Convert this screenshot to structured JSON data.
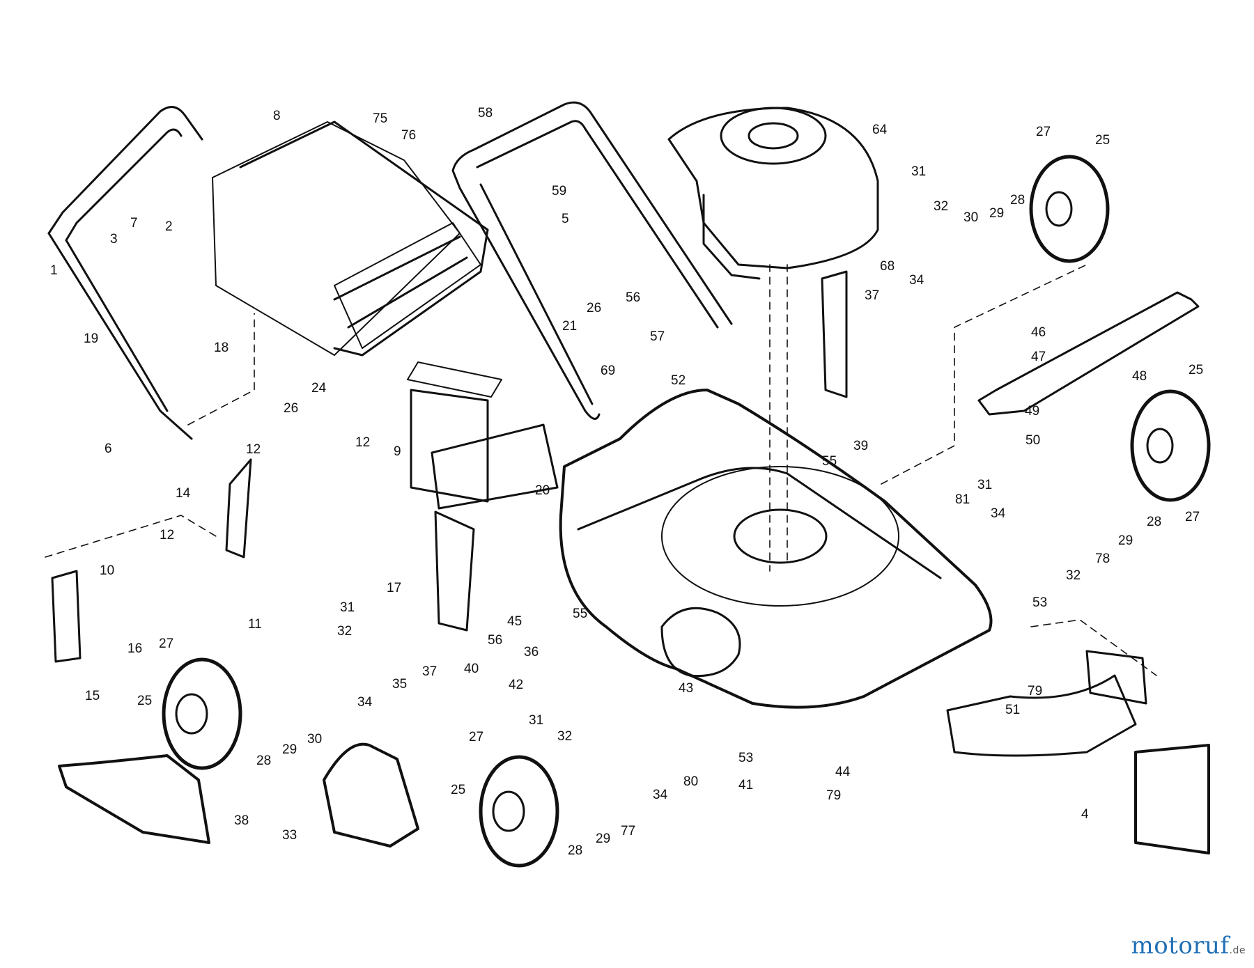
{
  "brand": {
    "name": "motoruf",
    "tld": ".de"
  },
  "callouts": [
    {
      "id": "c1",
      "t": "1"
    },
    {
      "id": "c2",
      "t": "2"
    },
    {
      "id": "c3",
      "t": "3"
    },
    {
      "id": "c4",
      "t": "4"
    },
    {
      "id": "c5",
      "t": "5"
    },
    {
      "id": "c6",
      "t": "6"
    },
    {
      "id": "c7",
      "t": "7"
    },
    {
      "id": "c8",
      "t": "8"
    },
    {
      "id": "c9",
      "t": "9"
    },
    {
      "id": "c10",
      "t": "10"
    },
    {
      "id": "c11",
      "t": "11"
    },
    {
      "id": "c12a",
      "t": "12"
    },
    {
      "id": "c12b",
      "t": "12"
    },
    {
      "id": "c12c",
      "t": "12"
    },
    {
      "id": "c14",
      "t": "14"
    },
    {
      "id": "c15",
      "t": "15"
    },
    {
      "id": "c16",
      "t": "16"
    },
    {
      "id": "c17",
      "t": "17"
    },
    {
      "id": "c18",
      "t": "18"
    },
    {
      "id": "c19",
      "t": "19"
    },
    {
      "id": "c20",
      "t": "20"
    },
    {
      "id": "c21",
      "t": "21"
    },
    {
      "id": "c24",
      "t": "24"
    },
    {
      "id": "c25a",
      "t": "25"
    },
    {
      "id": "c25b",
      "t": "25"
    },
    {
      "id": "c25c",
      "t": "25"
    },
    {
      "id": "c25d",
      "t": "25"
    },
    {
      "id": "c26a",
      "t": "26"
    },
    {
      "id": "c26b",
      "t": "26"
    },
    {
      "id": "c27a",
      "t": "27"
    },
    {
      "id": "c27b",
      "t": "27"
    },
    {
      "id": "c27c",
      "t": "27"
    },
    {
      "id": "c27d",
      "t": "27"
    },
    {
      "id": "c28a",
      "t": "28"
    },
    {
      "id": "c28b",
      "t": "28"
    },
    {
      "id": "c28c",
      "t": "28"
    },
    {
      "id": "c28d",
      "t": "28"
    },
    {
      "id": "c29a",
      "t": "29"
    },
    {
      "id": "c29b",
      "t": "29"
    },
    {
      "id": "c29c",
      "t": "29"
    },
    {
      "id": "c29d",
      "t": "29"
    },
    {
      "id": "c30a",
      "t": "30"
    },
    {
      "id": "c30b",
      "t": "30"
    },
    {
      "id": "c31a",
      "t": "31"
    },
    {
      "id": "c31b",
      "t": "31"
    },
    {
      "id": "c31c",
      "t": "31"
    },
    {
      "id": "c31d",
      "t": "31"
    },
    {
      "id": "c32a",
      "t": "32"
    },
    {
      "id": "c32b",
      "t": "32"
    },
    {
      "id": "c32c",
      "t": "32"
    },
    {
      "id": "c32d",
      "t": "32"
    },
    {
      "id": "c33",
      "t": "33"
    },
    {
      "id": "c34a",
      "t": "34"
    },
    {
      "id": "c34b",
      "t": "34"
    },
    {
      "id": "c34c",
      "t": "34"
    },
    {
      "id": "c34d",
      "t": "34"
    },
    {
      "id": "c35",
      "t": "35"
    },
    {
      "id": "c36",
      "t": "36"
    },
    {
      "id": "c37a",
      "t": "37"
    },
    {
      "id": "c37b",
      "t": "37"
    },
    {
      "id": "c38",
      "t": "38"
    },
    {
      "id": "c39",
      "t": "39"
    },
    {
      "id": "c40",
      "t": "40"
    },
    {
      "id": "c41",
      "t": "41"
    },
    {
      "id": "c42",
      "t": "42"
    },
    {
      "id": "c43",
      "t": "43"
    },
    {
      "id": "c44",
      "t": "44"
    },
    {
      "id": "c45",
      "t": "45"
    },
    {
      "id": "c46",
      "t": "46"
    },
    {
      "id": "c47",
      "t": "47"
    },
    {
      "id": "c48",
      "t": "48"
    },
    {
      "id": "c49",
      "t": "49"
    },
    {
      "id": "c50",
      "t": "50"
    },
    {
      "id": "c51",
      "t": "51"
    },
    {
      "id": "c52",
      "t": "52"
    },
    {
      "id": "c53a",
      "t": "53"
    },
    {
      "id": "c53b",
      "t": "53"
    },
    {
      "id": "c55a",
      "t": "55"
    },
    {
      "id": "c55b",
      "t": "55"
    },
    {
      "id": "c56a",
      "t": "56"
    },
    {
      "id": "c56b",
      "t": "56"
    },
    {
      "id": "c57",
      "t": "57"
    },
    {
      "id": "c58",
      "t": "58"
    },
    {
      "id": "c59",
      "t": "59"
    },
    {
      "id": "c64",
      "t": "64"
    },
    {
      "id": "c68",
      "t": "68"
    },
    {
      "id": "c69",
      "t": "69"
    },
    {
      "id": "c75",
      "t": "75"
    },
    {
      "id": "c76",
      "t": "76"
    },
    {
      "id": "c77",
      "t": "77"
    },
    {
      "id": "c78",
      "t": "78"
    },
    {
      "id": "c79a",
      "t": "79"
    },
    {
      "id": "c79b",
      "t": "79"
    },
    {
      "id": "c80",
      "t": "80"
    },
    {
      "id": "c81",
      "t": "81"
    }
  ]
}
